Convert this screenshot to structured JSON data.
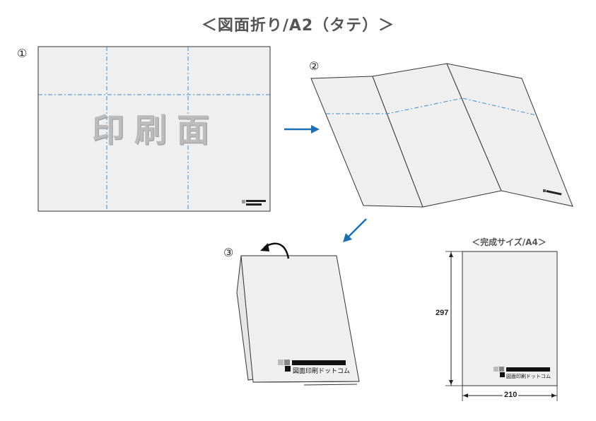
{
  "title": "＜図面折り/A2（タテ）＞",
  "subtitle": "＜完成サイズ/A4＞",
  "steps": [
    "①",
    "②",
    "③"
  ],
  "print_face_label": "印刷面",
  "dimensions": {
    "height": "297",
    "width": "210"
  },
  "logo": {
    "line1": "図面印刷ドットコム"
  },
  "colors": {
    "fold_line": "#3a8fd1",
    "arrow": "#1a6fb5",
    "paper": "#efefef",
    "outline": "#333333"
  }
}
